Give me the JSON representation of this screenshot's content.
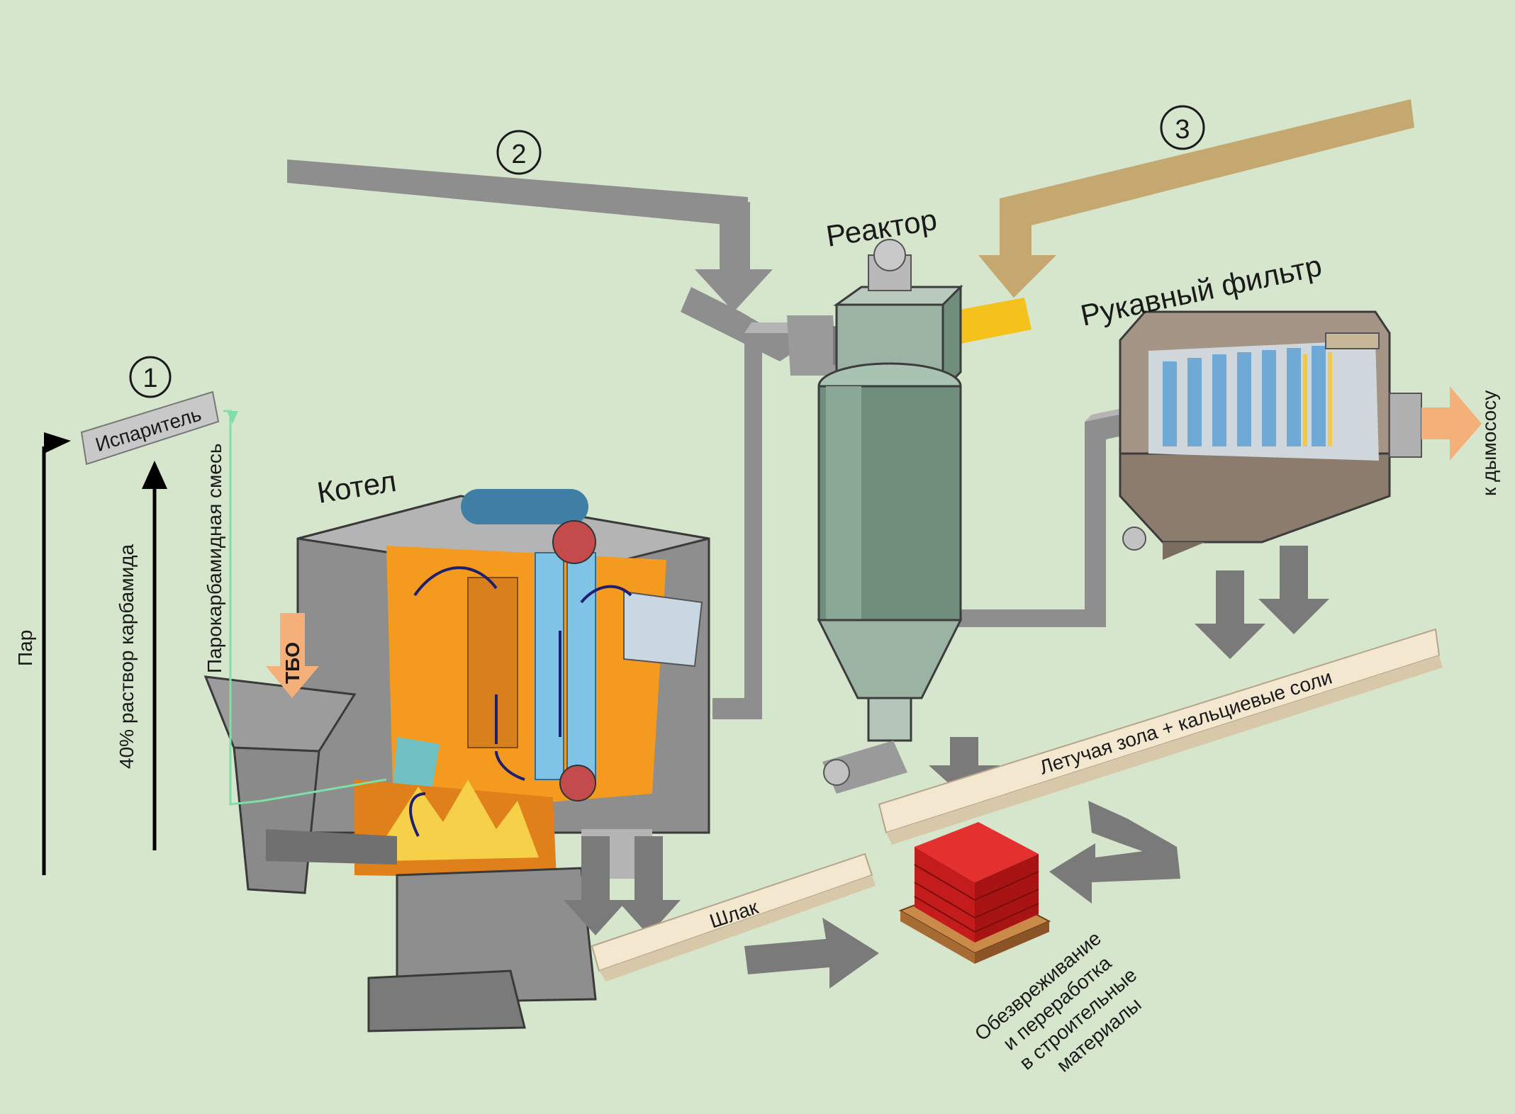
{
  "colors": {
    "background": "#d6e6cc",
    "duct_gray": "#8e8e8e",
    "duct_dark": "#6f6f6f",
    "fire_orange": "#f39a1f",
    "reactor_green": "#6f8f7c",
    "lime_line": "#7ee0a6",
    "yellow_feed": "#f5c21b",
    "tan_feed": "#c4a870",
    "flue_out": "#f5b07a",
    "conveyor": "#f3e7cf",
    "brick_red": "#d42020",
    "pallet": "#c98a4a"
  },
  "labels": {
    "steam": "Пар",
    "evaporator": "Испаритель",
    "urea_solution": "40% раствор карбамида",
    "steam_urea_mix": "Парокарбамидная смесь",
    "boiler": "Котел",
    "msw": "ТБО",
    "reactor": "Реактор",
    "bag_filter": "Рукавный фильтр",
    "to_exhauster": "к дымососу",
    "fly_ash": "Летучая зола + кальциевые соли",
    "slag": "Шлак",
    "processing_line1": "Обезвреживание",
    "processing_line2": "и переработка",
    "processing_line3": "в строительные",
    "processing_line4": "материалы"
  },
  "markers": [
    "1",
    "2",
    "3"
  ]
}
